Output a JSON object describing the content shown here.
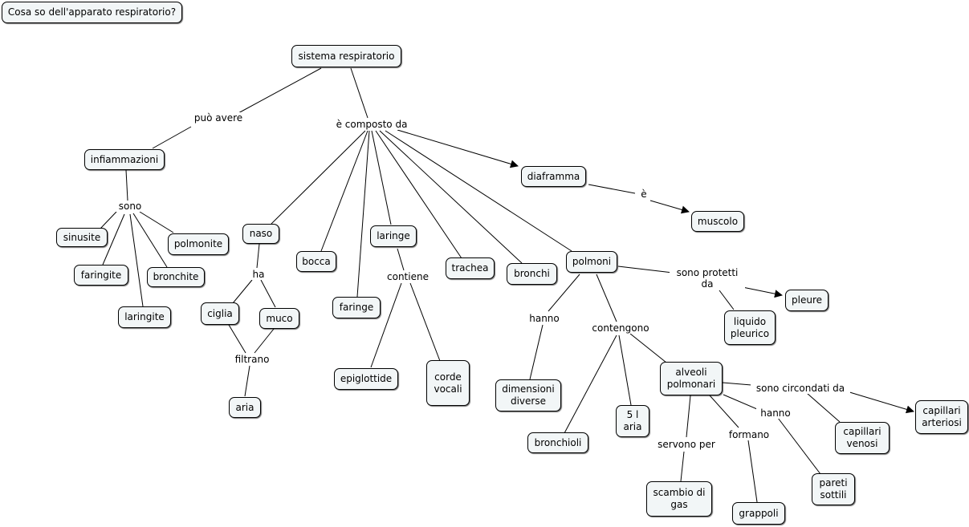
{
  "title": "Cosa so dell'apparato respiratorio?",
  "nodes": {
    "root": "sistema respiratorio",
    "infiammazioni": "infiammazioni",
    "sinusite": "sinusite",
    "faringite": "faringite",
    "laringite": "laringite",
    "bronchite": "bronchite",
    "polmonite": "polmonite",
    "naso": "naso",
    "ciglia": "ciglia",
    "muco": "muco",
    "aria1": "aria",
    "bocca": "bocca",
    "faringe": "faringe",
    "laringe": "laringe",
    "epiglottide": "epiglottide",
    "corde": "corde\nvocali",
    "trachea": "trachea",
    "bronchi": "bronchi",
    "polmoni": "polmoni",
    "diaframma": "diaframma",
    "muscolo": "muscolo",
    "pleure": "pleure",
    "liquido": "liquido\npleurico",
    "dimensioni": "dimensioni\ndiverse",
    "bronchioli": "bronchioli",
    "aria5": "5 l\naria",
    "alveoli": "alveoli\npolmonari",
    "capillari_art": "capillari\narteriosi",
    "capillari_ven": "capillari\nvenosi",
    "scambio": "scambio di\ngas",
    "grappoli": "grappoli",
    "pareti": "pareti\nsottili"
  },
  "labels": {
    "puo_avere": "può avere",
    "composto": "è composto da",
    "sono": "sono",
    "ha": "ha",
    "filtrano": "filtrano",
    "contiene": "contiene",
    "e": "è",
    "protetti": "sono protetti\nda",
    "hanno1": "hanno",
    "contengono": "contengono",
    "circondati": "sono circondati da",
    "hanno2": "hanno",
    "servono": "servono per",
    "formano": "formano"
  }
}
